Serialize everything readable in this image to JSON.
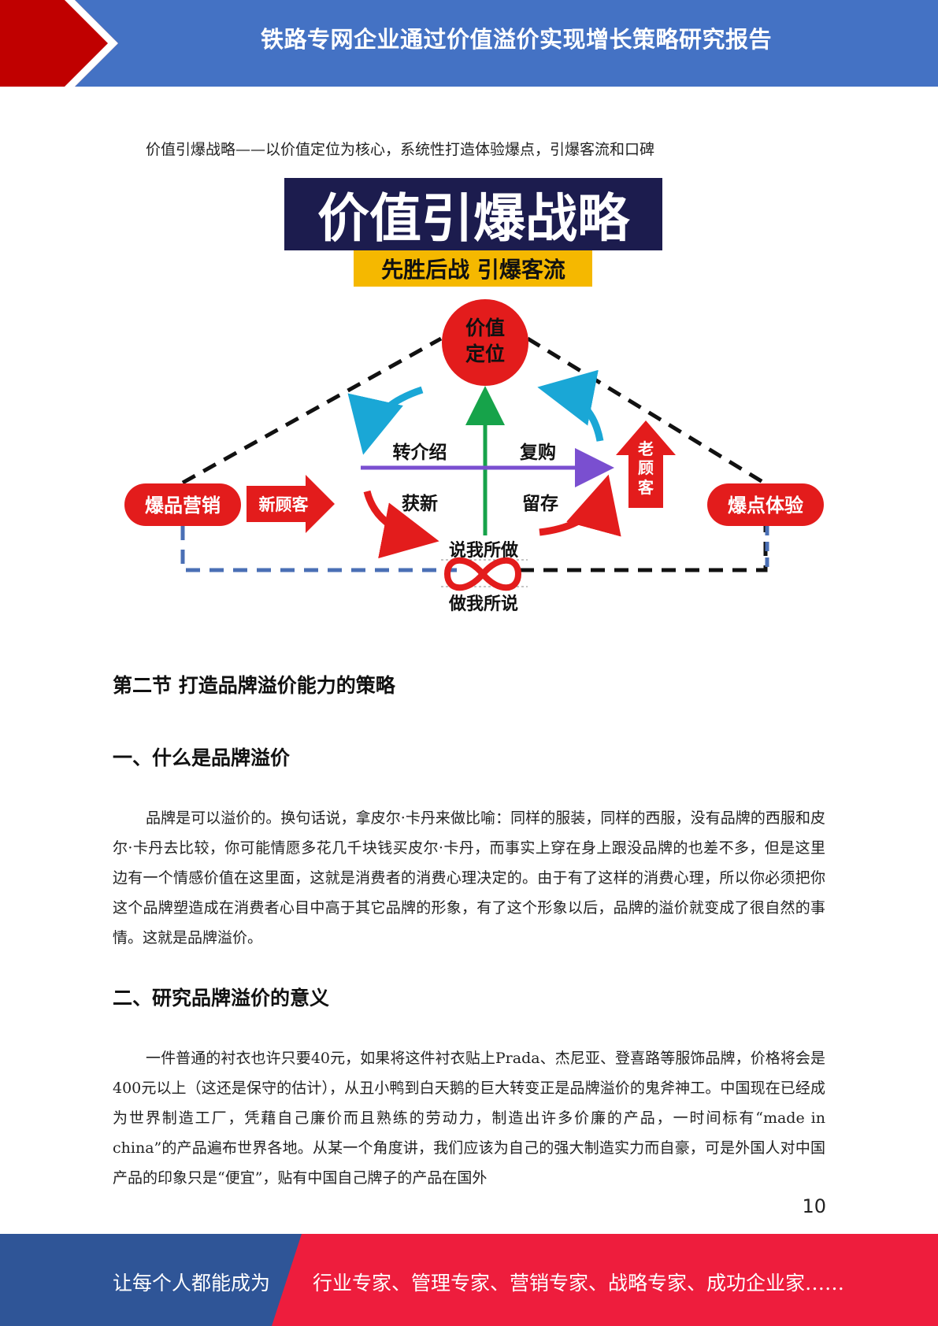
{
  "header": {
    "title": "铁路专网企业通过价值溢价实现增长策略研究报告"
  },
  "caption": "价值引爆战略——以价值定位为核心，系统性打造体验爆点，引爆客流和口碑",
  "infographic": {
    "title": "价值引爆战略",
    "subtitle": "先胜后战  引爆客流",
    "center": "价值定位",
    "center_line1": "价值",
    "center_line2": "定位",
    "left_pill": "爆品营销",
    "right_pill": "爆点体验",
    "new_customer": "新顾客",
    "old_customer": "老顾客",
    "old_customer_1": "老",
    "old_customer_2": "顾",
    "old_customer_3": "客",
    "referral": "转介绍",
    "repurchase": "复购",
    "acquire": "获新",
    "retain": "留存",
    "say_what_i_do": "说我所做",
    "do_what_i_say": "做我所说",
    "colors": {
      "navy": "#1c1c4e",
      "yellow": "#f5b800",
      "red": "#e31c1c",
      "blue": "#1aa7d6",
      "purple": "#7a4fd0",
      "green": "#16a34a",
      "dash_blue": "#4a6fb5"
    }
  },
  "section": {
    "title": "第二节  打造品牌溢价能力的策略"
  },
  "sub1": {
    "title": "一、什么是品牌溢价",
    "para": "品牌是可以溢价的。换句话说，拿皮尔·卡丹来做比喻：同样的服装，同样的西服，没有品牌的西服和皮尔·卡丹去比较，你可能情愿多花几千块钱买皮尔·卡丹，而事实上穿在身上跟没品牌的也差不多，但是这里边有一个情感价值在这里面，这就是消费者的消费心理决定的。由于有了这样的消费心理，所以你必须把你这个品牌塑造成在消费者心目中高于其它品牌的形象，有了这个形象以后，品牌的溢价就变成了很自然的事情。这就是品牌溢价。"
  },
  "sub2": {
    "title": "二、研究品牌溢价的意义",
    "para": "一件普通的衬衣也许只要40元，如果将这件衬衣贴上Prada、杰尼亚、登喜路等服饰品牌，价格将会是400元以上（这还是保守的估计），从丑小鸭到白天鹅的巨大转变正是品牌溢价的鬼斧神工。中国现在已经成为世界制造工厂，凭藉自己廉价而且熟练的劳动力，制造出许多价廉的产品，一时间标有“made in china”的产品遍布世界各地。从某一个角度讲，我们应该为自己的强大制造实力而自豪，可是外国人对中国产品的印象只是“便宜”，贴有中国自己牌子的产品在国外"
  },
  "page_number": "10",
  "footer": {
    "left": "让每个人都能成为",
    "right": "行业专家、管理专家、营销专家、战略专家、成功企业家……",
    "colors": {
      "left_bg": "#2f5597",
      "right_bg": "#ee1d3d"
    }
  }
}
